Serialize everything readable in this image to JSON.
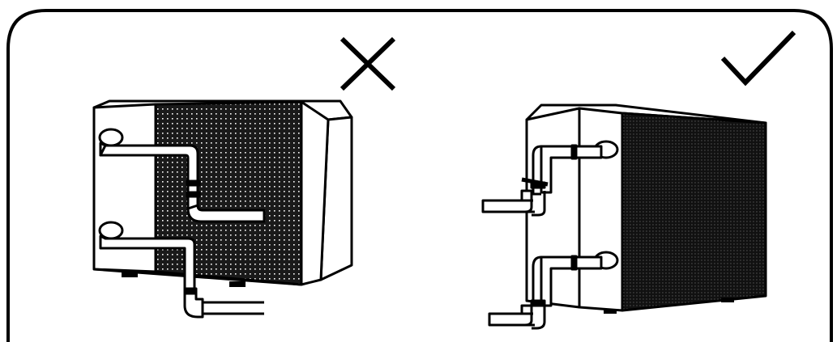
{
  "panels": [
    {
      "id": "incorrect",
      "verdict": "incorrect",
      "mark_icon": "cross-mark-icon"
    },
    {
      "id": "correct",
      "verdict": "correct",
      "mark_icon": "check-mark-icon"
    }
  ],
  "colors": {
    "line": "#000000",
    "background": "#ffffff",
    "grille": "#1a1a1a"
  }
}
